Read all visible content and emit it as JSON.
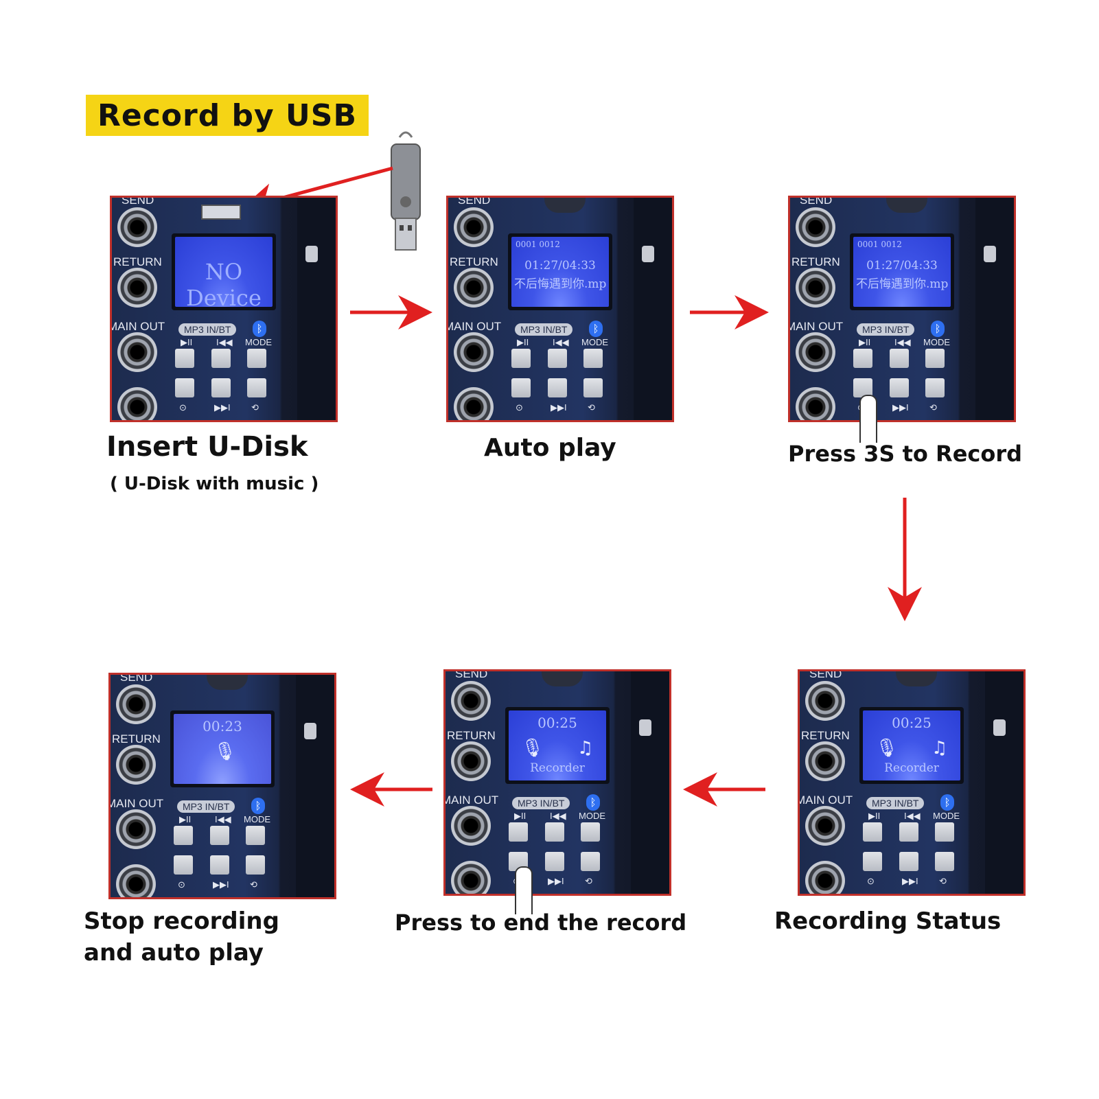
{
  "title": "Record by USB",
  "labels": {
    "send": "SEND",
    "return": "RETURN",
    "main_out": "MAIN OUT",
    "badge": "MP3 IN/BT",
    "mode": "MODE"
  },
  "screens": {
    "no_device": "NO Device",
    "playing_counter": "0001 0012",
    "playing_time": "01:27/04:33",
    "playing_track": "不后悔遇到你.mp",
    "recorder": "Recorder",
    "rec_time_1": "00:25",
    "rec_time_2": "00:23"
  },
  "steps": [
    {
      "caption": "Insert U-Disk",
      "sub": "( U-Disk with music )"
    },
    {
      "caption": "Auto play"
    },
    {
      "caption": "Press 3S to Record"
    },
    {
      "caption": "Recording Status"
    },
    {
      "caption": "Press to end the record"
    },
    {
      "caption_line1": "Stop recording",
      "caption_line2": "and auto play"
    }
  ],
  "colors": {
    "highlight": "#f5d415",
    "arrow": "#e02020",
    "panel_border": "#c0302a"
  }
}
